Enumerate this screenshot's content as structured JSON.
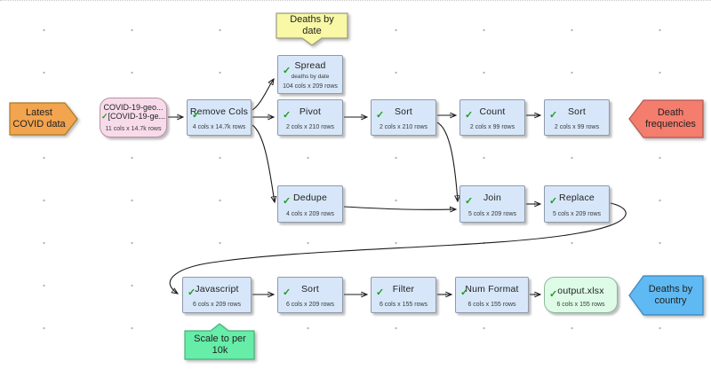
{
  "app": {
    "description": "data transform flow canvas"
  },
  "icons": {
    "check": "✓"
  },
  "colors": {
    "node_fill": "#d7e7f9",
    "node_border": "#8f9aa8",
    "input_fill": "#f8dbea",
    "output_fill": "#ddfbe6",
    "note_orange": "#f2a44f",
    "note_yellow": "#f8f8a6",
    "note_red": "#f47d6e",
    "note_blue": "#5fbaf3",
    "note_green": "#66eda8",
    "wire": "#1a1a1a",
    "check_green": "#1e9e1e"
  },
  "nodes": [
    {
      "title": "COVID-19-geo...",
      "title2": "[COVID-19-ge...",
      "stats": "11 cols x 14.7k rows",
      "type": "input"
    },
    {
      "title": "Remove Cols",
      "stats": "4 cols x 14.7k rows",
      "type": "transform"
    },
    {
      "title": "Spread",
      "comment": "deaths by date",
      "stats": "104 cols x 209 rows",
      "type": "transform"
    },
    {
      "title": "Pivot",
      "stats": "2 cols x 210 rows",
      "type": "transform"
    },
    {
      "title": "Sort",
      "stats": "2 cols x 210 rows",
      "type": "transform"
    },
    {
      "title": "Count",
      "stats": "2 cols x 99 rows",
      "type": "transform"
    },
    {
      "title": "Sort",
      "stats": "2 cols x 99 rows",
      "type": "transform"
    },
    {
      "title": "Dedupe",
      "stats": "4 cols x 209 rows",
      "type": "transform"
    },
    {
      "title": "Join",
      "stats": "5 cols x 209 rows",
      "type": "transform"
    },
    {
      "title": "Replace",
      "stats": "5 cols x 209 rows",
      "type": "transform"
    },
    {
      "title": "Javascript",
      "stats": "6 cols x 209 rows",
      "type": "transform"
    },
    {
      "title": "Sort",
      "stats": "6 cols x 209 rows",
      "type": "transform"
    },
    {
      "title": "Filter",
      "stats": "6 cols x 155 rows",
      "type": "transform"
    },
    {
      "title": "Num Format",
      "stats": "6 cols x 155 rows",
      "type": "transform"
    },
    {
      "title": "output.xlsx",
      "stats": "6 cols x 155 rows",
      "type": "output"
    }
  ],
  "notes": [
    {
      "line1": "Latest",
      "line2": "COVID data",
      "shape": "arrow-right",
      "color": "#f2a44f"
    },
    {
      "line1": "Deaths by",
      "line2": "date",
      "shape": "tail-down",
      "color": "#f8f8a6"
    },
    {
      "line1": "Death",
      "line2": "frequencies",
      "shape": "arrow-left",
      "color": "#f47d6e"
    },
    {
      "line1": "Deaths by",
      "line2": "country",
      "shape": "arrow-left",
      "color": "#5fbaf3"
    },
    {
      "line1": "Scale to per",
      "line2": "10k",
      "shape": "tail-up",
      "color": "#66eda8"
    }
  ]
}
